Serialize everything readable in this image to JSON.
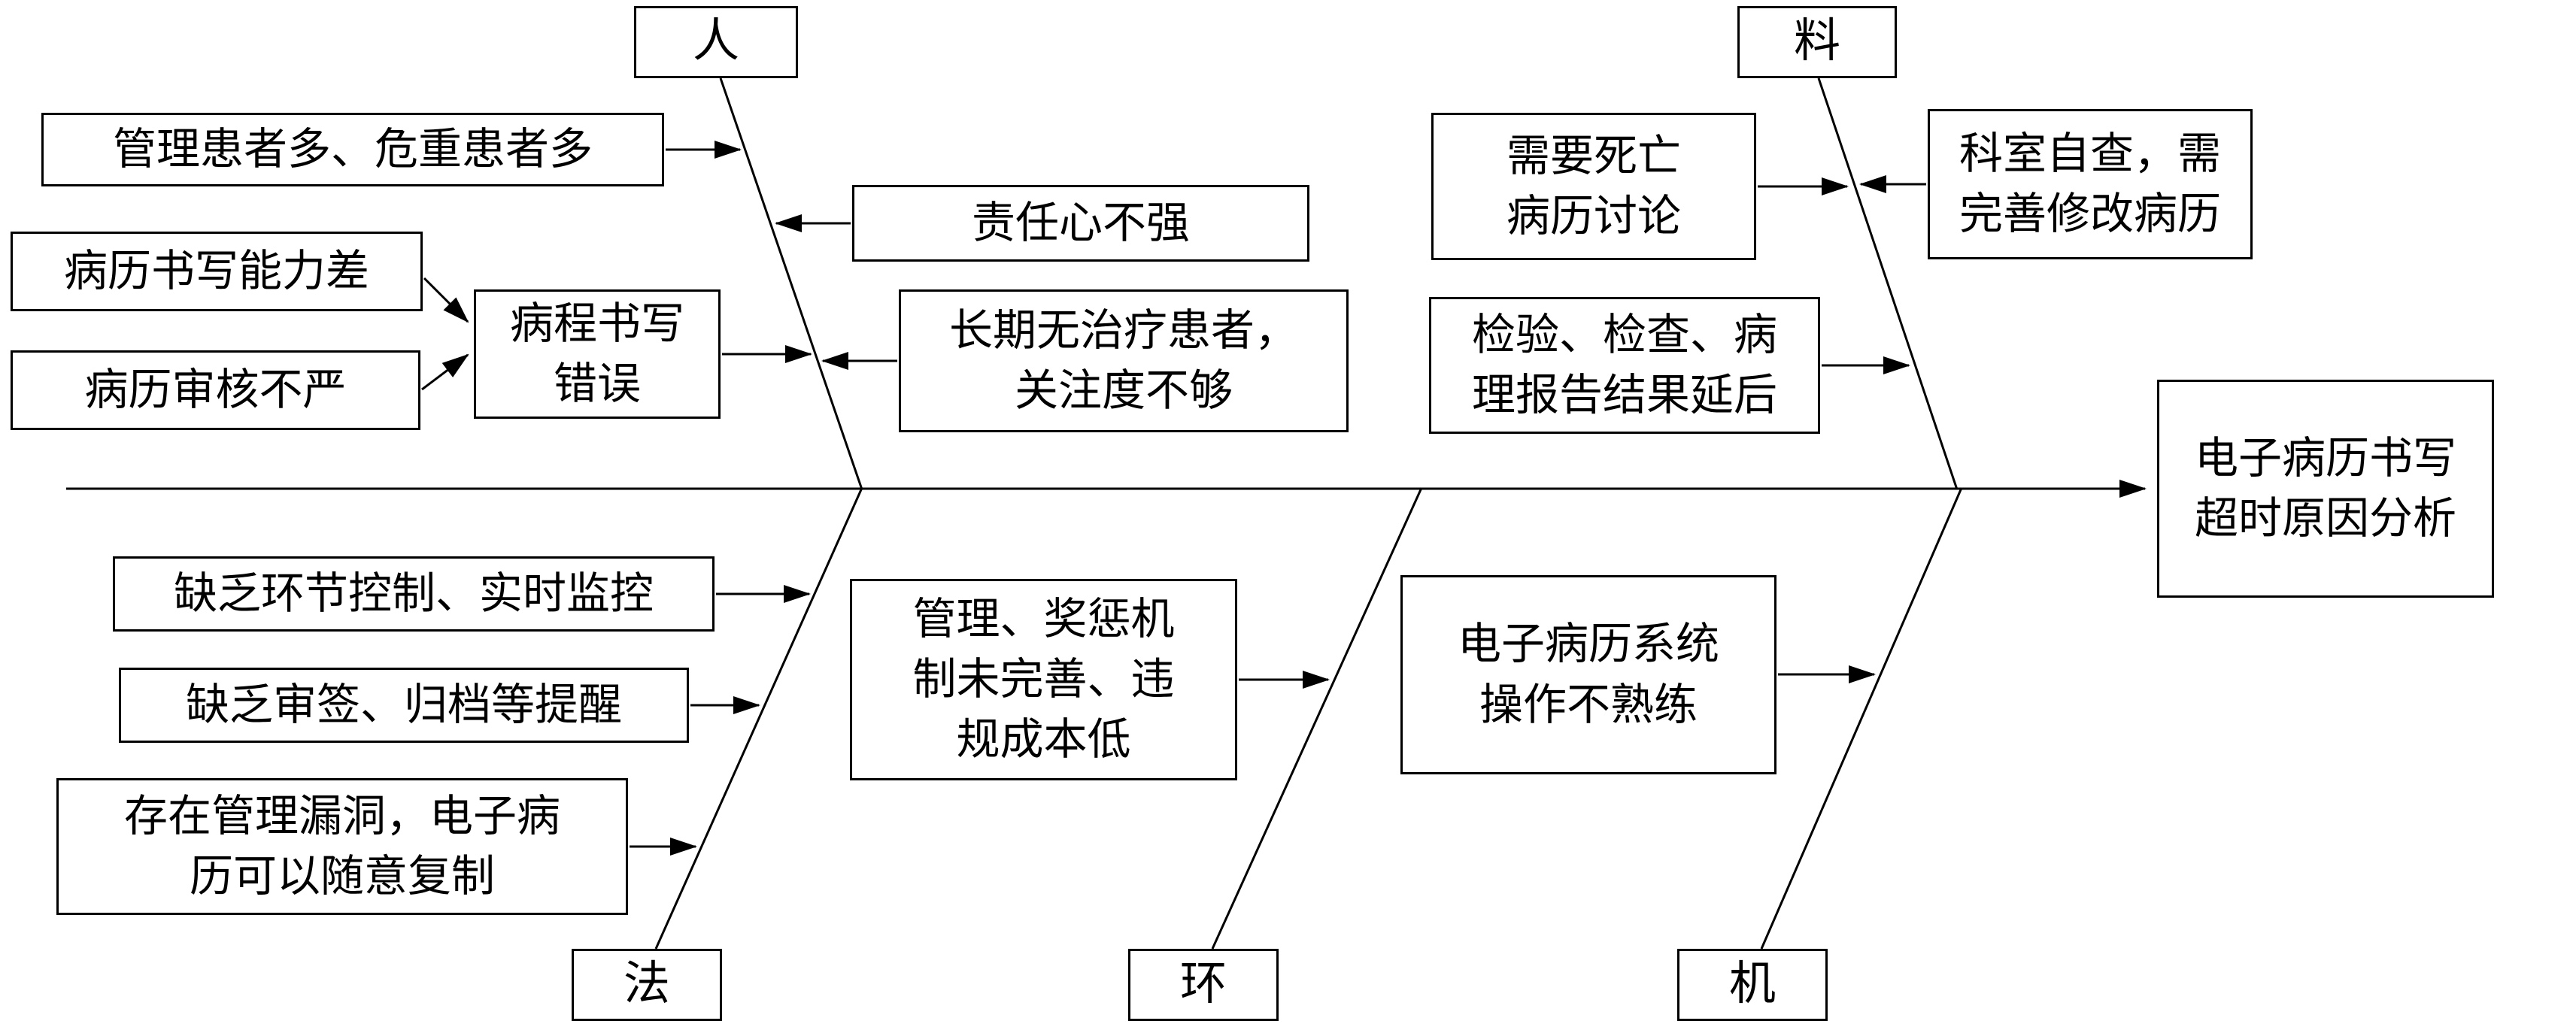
{
  "effect_box": "电子病历书写\n超时原因分析",
  "categories": {
    "person": "人",
    "material": "料",
    "method": "法",
    "environment": "环",
    "machine": "机"
  },
  "causes": {
    "person": {
      "many_patients": "管理患者多、危重患者多",
      "weak_responsibility": "责任心不强",
      "poor_writing_ability": "病历书写能力差",
      "lax_review": "病历审核不严",
      "course_writing_errors": "病程书写\n错误",
      "longterm_no_treatment": "长期无治疗患者，\n关注度不够"
    },
    "material": {
      "death_record_discussion": "需要死亡\n病历讨论",
      "dept_self_check": "科室自查，需\n完善修改病历",
      "report_results_delayed": "检验、检查、病\n理报告结果延后"
    },
    "method": {
      "lack_process_control": "缺乏环节控制、实时监控",
      "lack_sign_archive_reminders": "缺乏审签、归档等提醒",
      "management_loophole_copy": "存在管理漏洞，电子病\n历可以随意复制"
    },
    "environment": {
      "imperfect_mechanism": "管理、奖惩机\n制未完善、违\n规成本低"
    },
    "machine": {
      "unskilled_operation": "电子病历系统\n操作不熟练"
    }
  },
  "colors": {
    "line": "#000000",
    "box_border": "#000000",
    "background": "#ffffff",
    "text": "#000000"
  }
}
